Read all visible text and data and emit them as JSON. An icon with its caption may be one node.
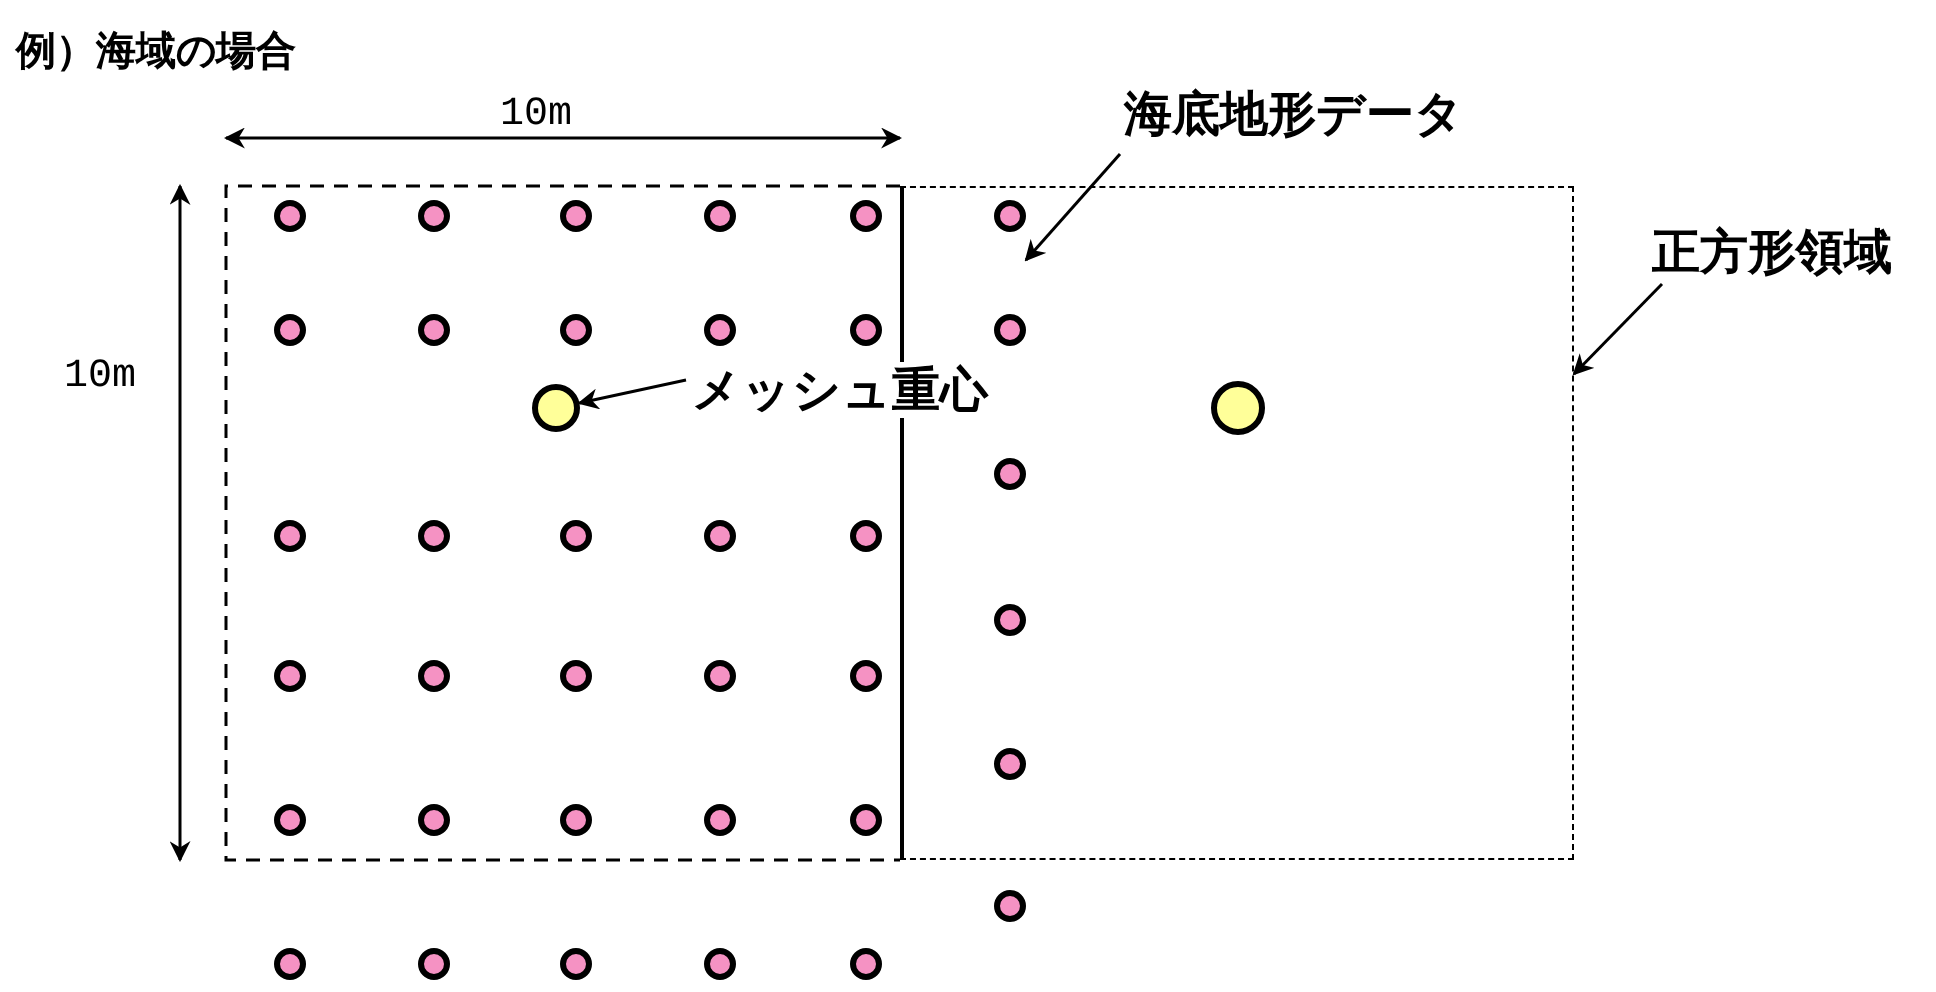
{
  "diagram": {
    "title": "例）海域の場合",
    "nodes": [
      {
        "text": [
          "海底地形データ"
        ]
      },
      {
        "text": [
          "正方形領域"
        ]
      },
      {
        "text": [],
        "shape": "box"
      },
      {
        "text": [
          "メッシュ重心"
        ]
      },
      {
        "text": [],
        "shape": "circle"
      }
    ],
    "edges": [
      {
        "from": 0,
        "to": 2,
        "arrow": "to"
      },
      {
        "from": 1,
        "to": 2,
        "arrow": "to"
      },
      {
        "from": 3,
        "to": 4,
        "arrow": "to"
      }
    ],
    "labels": [
      "10m",
      "10m"
    ]
  }
}
